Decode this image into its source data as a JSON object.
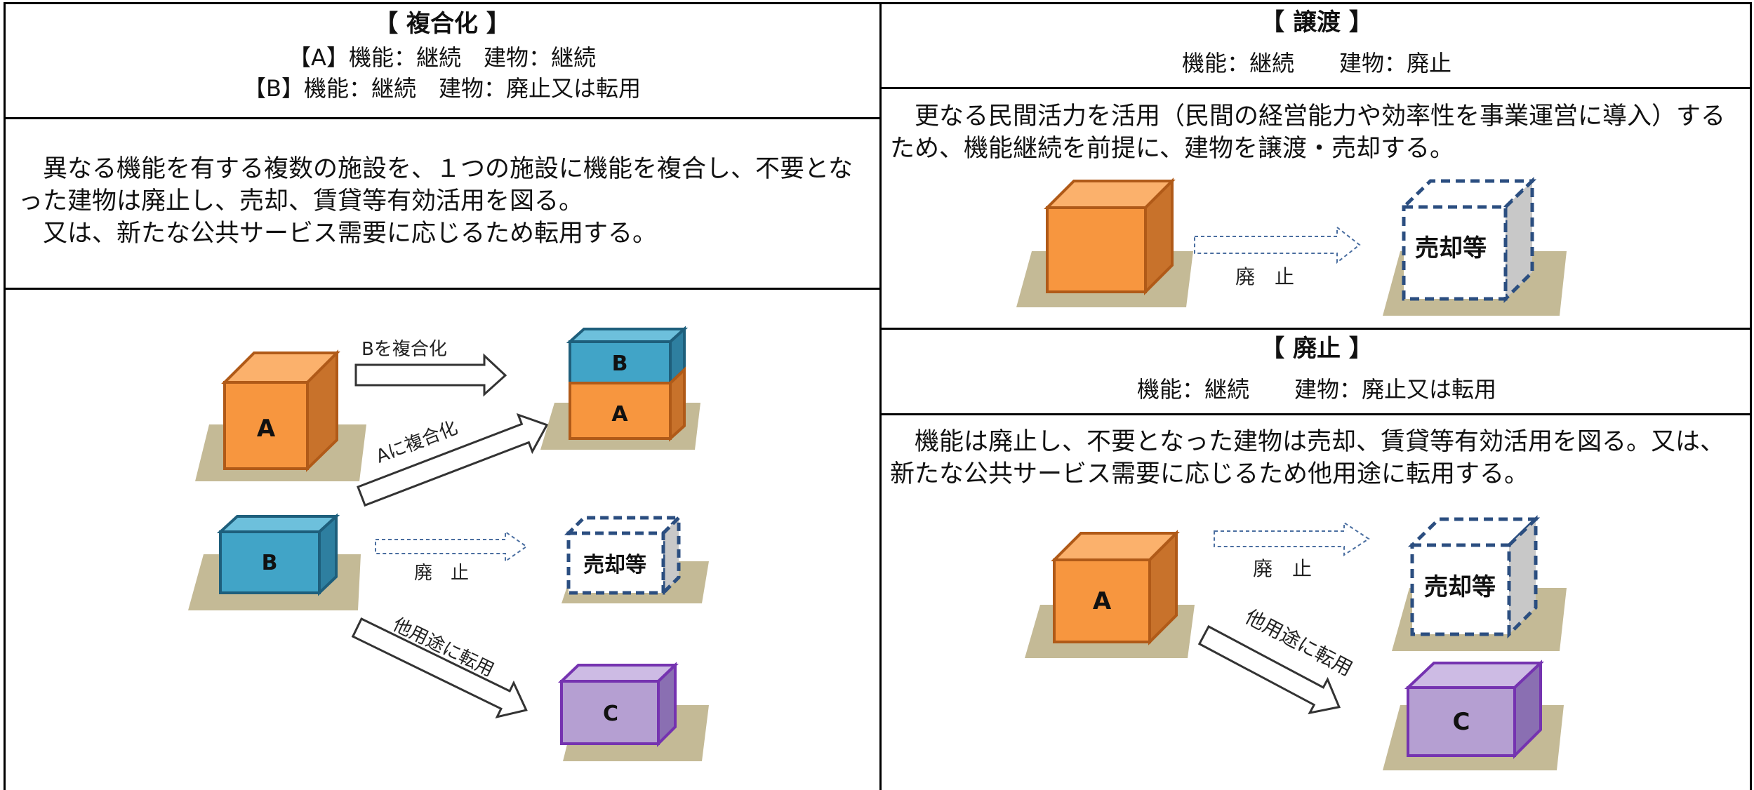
{
  "left_panel": {
    "title": "【 複合化 】",
    "line_a": "【A】機能：継続　建物：継続",
    "line_b": "【B】機能：継続　建物：廃止又は転用",
    "description_1": "　異なる機能を有する複数の施設を、１つの施設に機能を複合し、不要となった建物は廃止し、売却、賃貸等有効活用を図る。",
    "description_2": "　又は、新たな公共サービス需要に応じるため転用する。",
    "diagram": {
      "box_a": "A",
      "box_b": "B",
      "box_c": "C",
      "stack_top": "B",
      "stack_bottom": "A",
      "arrow_combine_b": "Bを複合化",
      "arrow_combine_a": "Aに複合化",
      "arrow_abolish": "廃　止",
      "sale_label": "売却等",
      "arrow_convert": "他用途に転用"
    }
  },
  "transfer_panel": {
    "title": "【 譲渡 】",
    "subtitle": "機能：継続　　建物：廃止",
    "description": "　更なる民間活力を活用（民間の経営能力や効率性を事業運営に導入）するため、機能継続を前提に、建物を譲渡・売却する。",
    "diagram": {
      "arrow_abolish": "廃　止",
      "sale_label": "売却等"
    }
  },
  "abolish_panel": {
    "title": "【 廃止 】",
    "subtitle": "機能：継続　　建物：廃止又は転用",
    "description": "　機能は廃止し、不要となった建物は売却、賃貸等有効活用を図る。又は、新たな公共サービス需要に応じるため他用途に転用する。",
    "diagram": {
      "box_a": "A",
      "box_c": "C",
      "arrow_abolish": "廃　止",
      "sale_label": "売却等",
      "arrow_convert": "他用途に転用"
    }
  },
  "colors": {
    "orange_front": "#F7963F",
    "orange_top": "#FBB16C",
    "orange_side": "#C8722B",
    "orange_edge": "#B05A18",
    "blue_front": "#41A4C7",
    "blue_top": "#6DC0DC",
    "blue_side": "#2E7FA0",
    "blue_edge": "#1E5F7C",
    "purple_front": "#B59FD2",
    "purple_top": "#CDBBE4",
    "purple_side": "#8A6FB2",
    "purple_edge": "#7533B0",
    "dashed_edge": "#2B4E80",
    "ground": "#C4BA96"
  }
}
